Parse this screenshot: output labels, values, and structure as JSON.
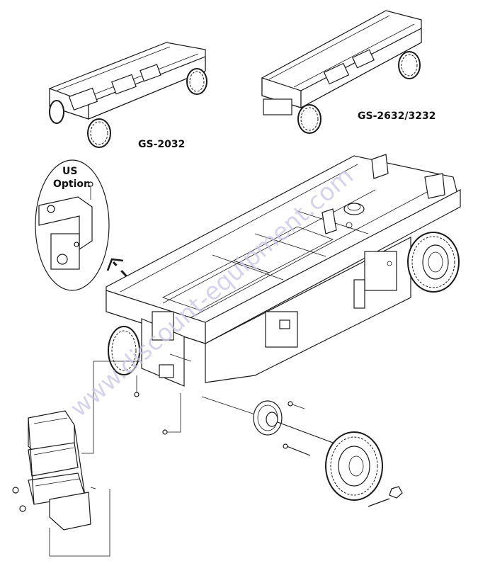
{
  "labels": {
    "model_small": "GS-2032",
    "model_large": "GS-2632/3232",
    "us_option_line1": "US",
    "us_option_line2": "Option"
  },
  "watermark": "www.discount-equipment.com",
  "colors": {
    "line": "#1a1a1a",
    "watermark": "#c9c6e6",
    "background": "#ffffff"
  }
}
